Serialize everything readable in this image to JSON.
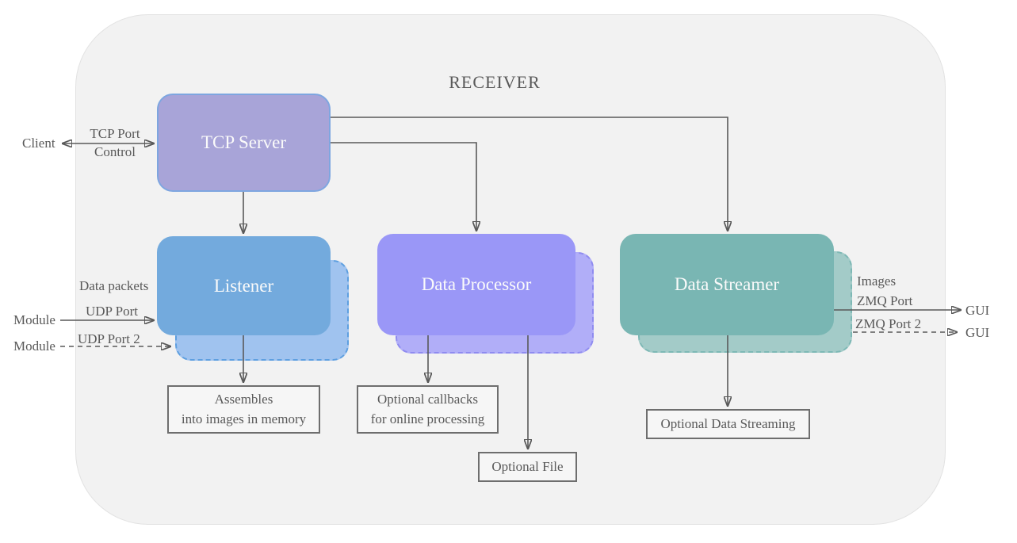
{
  "diagram": {
    "title": "RECEIVER",
    "nodes": {
      "tcp_server": "TCP Server",
      "listener": "Listener",
      "data_processor": "Data Processor",
      "data_streamer": "Data Streamer"
    },
    "notes": {
      "assembles": {
        "line1": "Assembles",
        "line2": "into images in memory"
      },
      "callbacks": {
        "line1": "Optional callbacks",
        "line2": "for online processing"
      },
      "optional_file": "Optional File",
      "optional_streaming": "Optional Data Streaming"
    },
    "edge_labels": {
      "client": "Client",
      "tcp_port": "TCP Port",
      "control": "Control",
      "data_packets": "Data packets",
      "module_1": "Module",
      "udp_port": "UDP Port",
      "module_2": "Module",
      "udp_port_2": "UDP Port 2",
      "images": "Images",
      "zmq_port": "ZMQ Port",
      "gui_1": "GUI",
      "zmq_port_2": "ZMQ Port 2",
      "gui_2": "GUI"
    },
    "colors": {
      "container_fill": "#f2f2f2",
      "label_text": "#595959",
      "line": "#595959",
      "tcp_server_fill": "#a8a4d8",
      "tcp_server_border": "#7ea6e0",
      "listener_fill": "#73aadd",
      "listener_shadow_fill": "#a0c3ef",
      "listener_shadow_border": "#5e9fe0",
      "processor_fill": "#9a97f7",
      "processor_shadow_fill": "#b1aef8",
      "processor_shadow_border": "#8f8bf0",
      "streamer_fill": "#79b6b3",
      "streamer_shadow_fill": "#a3cbc8",
      "streamer_shadow_border": "#7db8b5"
    }
  }
}
